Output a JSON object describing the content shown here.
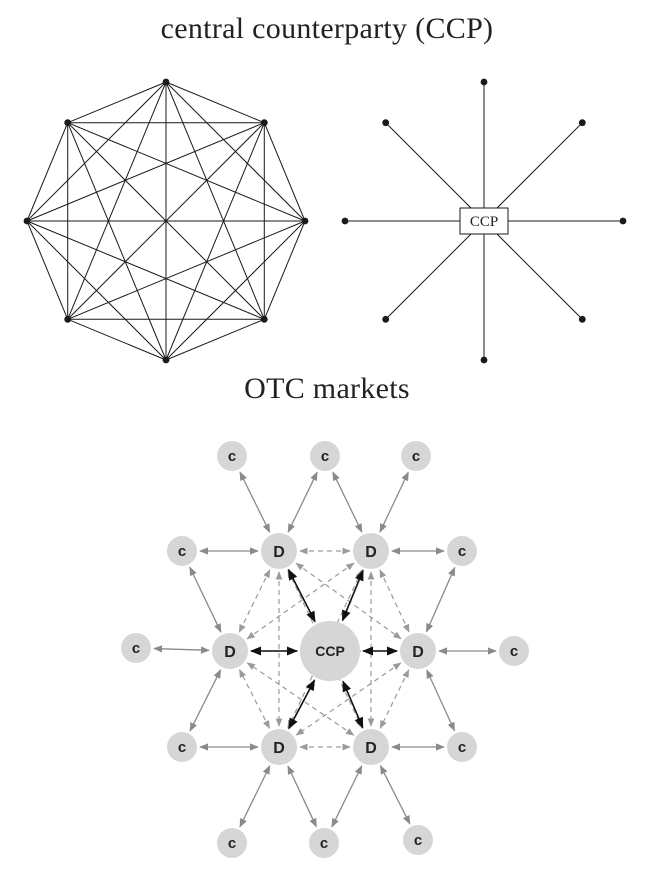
{
  "titles": {
    "top": "central counterparty (CCP)",
    "middle": "OTC markets"
  },
  "diagrams": {
    "star": {
      "center_label": "CCP"
    },
    "otc": {
      "ccp_label": "CCP",
      "dealer_label": "D",
      "client_label": "c"
    }
  },
  "colors": {
    "line": "#1a1a1a",
    "node_fill": "#d6d6d6",
    "arrow_gray": "#8a8a8a",
    "arrow_dark": "#111111",
    "dashed": "#9a9a9a"
  }
}
